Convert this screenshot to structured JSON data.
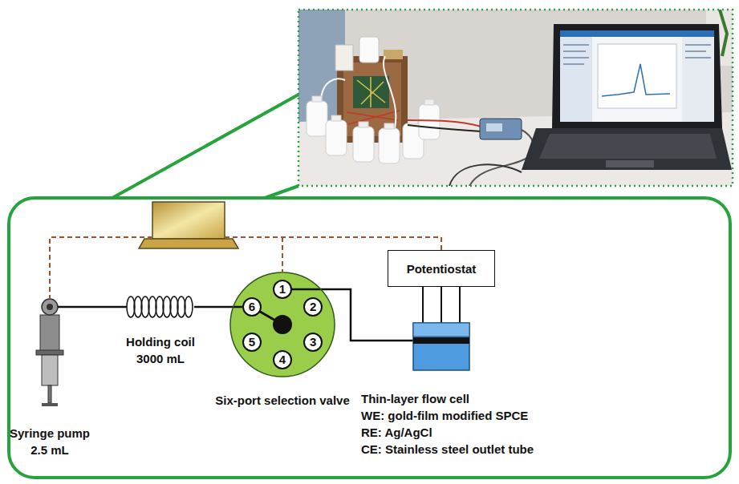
{
  "diagram": {
    "nodes": [
      {
        "text": [
          "Syringe pump",
          "2.5 mL"
        ]
      },
      {
        "text": [
          "Holding coil",
          "3000 mL"
        ]
      },
      {
        "text": [
          "Six-port selection valve"
        ]
      },
      {
        "text": [
          "1"
        ],
        "in": 2
      },
      {
        "text": [
          "2"
        ],
        "in": 2
      },
      {
        "text": [
          "3"
        ],
        "in": 2
      },
      {
        "text": [
          "4"
        ],
        "in": 2
      },
      {
        "text": [
          "5"
        ],
        "in": 2
      },
      {
        "text": [
          "6"
        ],
        "in": 2
      },
      {
        "text": [
          "Potentiostat"
        ]
      },
      {
        "text": [
          "Thin-layer flow cell",
          "WE: gold-film modified SPCE",
          "RE: Ag/AgCl",
          "CE: Stainless steel outlet tube"
        ]
      }
    ],
    "edges": [
      {
        "from": 0,
        "to": 1,
        "arrow": "none"
      },
      {
        "from": 1,
        "to": 8,
        "arrow": "none"
      },
      {
        "from": 3,
        "to": 10,
        "arrow": "none"
      },
      {
        "from": 9,
        "to": 10,
        "arrow": "none"
      }
    ]
  }
}
